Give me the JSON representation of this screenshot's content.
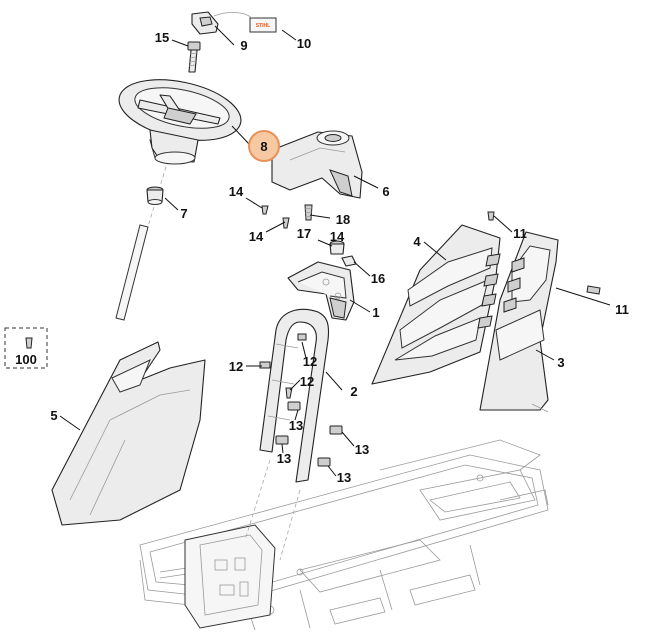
{
  "diagram": {
    "highlight_color": "#f6c9a2",
    "highlight_stroke": "#e8915a",
    "decal_text": "STIHL",
    "callouts": {
      "c1": "1",
      "c2": "2",
      "c3": "3",
      "c4": "4",
      "c5": "5",
      "c6": "6",
      "c7": "7",
      "c8": "8",
      "c9": "9",
      "c10": "10",
      "c11a": "11",
      "c11b": "11",
      "c12a": "12",
      "c12b": "12",
      "c12c": "12",
      "c13a": "13",
      "c13b": "13",
      "c13c": "13",
      "c13d": "13",
      "c14a": "14",
      "c14b": "14",
      "c14c": "14",
      "c15": "15",
      "c16": "16",
      "c17": "17",
      "c18": "18",
      "c100": "100"
    }
  }
}
